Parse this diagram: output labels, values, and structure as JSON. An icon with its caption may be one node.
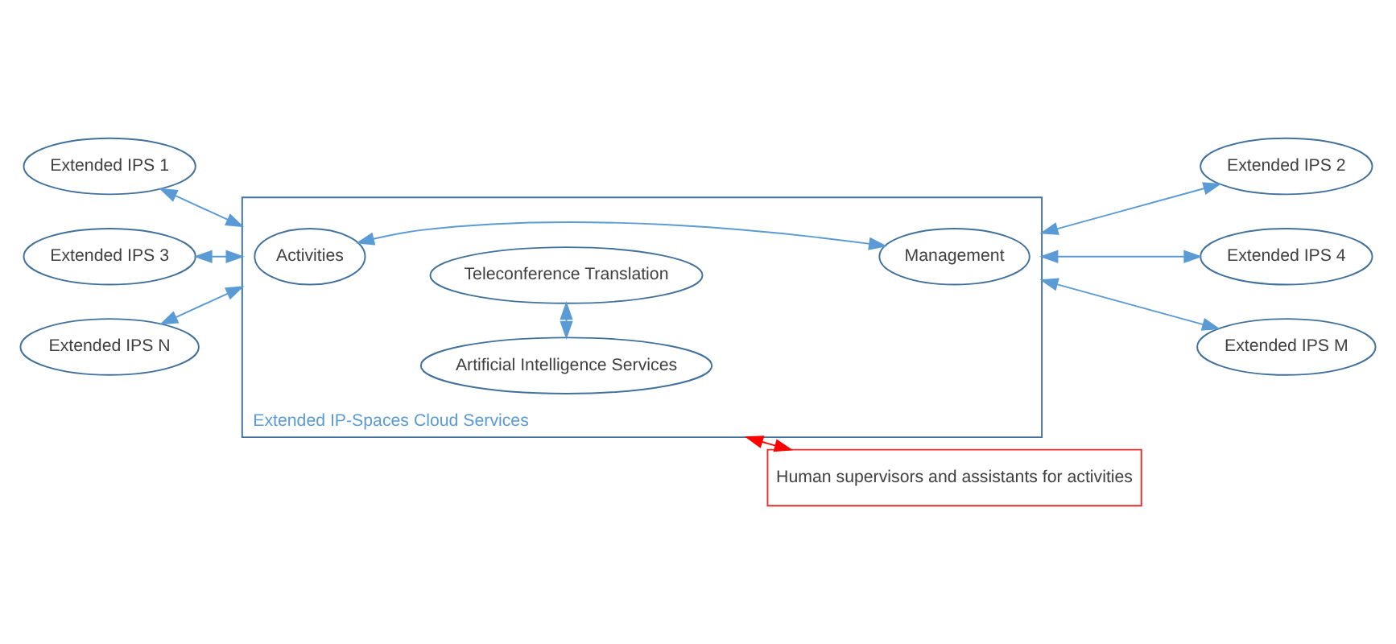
{
  "diagram": {
    "nodes": [
      {
        "text": [
          "Extended IPS 1"
        ]
      },
      {
        "text": [
          "Extended IP-Spaces Cloud Services"
        ]
      },
      {
        "text": [
          "Teleconference Translation"
        ],
        "in": 1
      },
      {
        "text": [
          "Extended IPS 2"
        ]
      },
      {
        "text": [
          "Extended IPS 3"
        ]
      },
      {
        "text": [
          "Activities"
        ],
        "in": 1
      },
      {
        "text": [
          "Management"
        ],
        "in": 1
      },
      {
        "text": [
          "Extended IPS 4"
        ]
      },
      {
        "text": [
          "Artificial Intelligence Services"
        ],
        "in": 1
      },
      {
        "text": [
          "Extended IPS N"
        ]
      },
      {
        "text": [
          "Extended IPS M"
        ]
      },
      {
        "text": [
          "Human supervisors and assistants for activities"
        ]
      }
    ],
    "edges": [
      {
        "from": 0,
        "to": 1,
        "arrow": "both"
      },
      {
        "from": 4,
        "to": 1,
        "arrow": "both"
      },
      {
        "from": 9,
        "to": 1,
        "arrow": "both"
      },
      {
        "from": 5,
        "to": 6,
        "arrow": "both"
      },
      {
        "from": 2,
        "to": 8,
        "arrow": "both"
      },
      {
        "from": 1,
        "to": 3,
        "arrow": "both"
      },
      {
        "from": 1,
        "to": 7,
        "arrow": "both"
      },
      {
        "from": 1,
        "to": 10,
        "arrow": "both"
      },
      {
        "from": 1,
        "to": 11,
        "arrow": "both",
        "color": "#ff0000"
      }
    ]
  }
}
